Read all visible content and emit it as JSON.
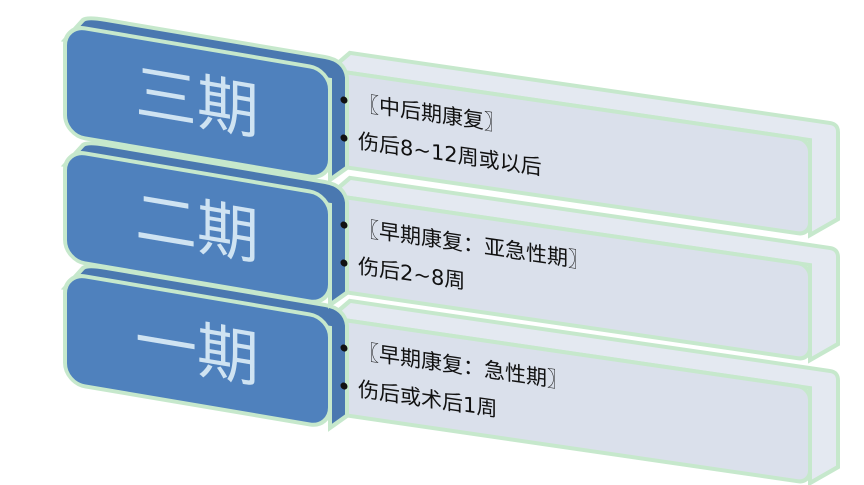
{
  "colors": {
    "box_fill": "#4f81bd",
    "box_top": "#4a78b0",
    "border": "#c6e8cc",
    "panel_fill": "#d6dde9",
    "panel_top": "#dfe5ef"
  },
  "stages": [
    {
      "title": "三期",
      "bullets": [
        "〖中后期康复〗",
        "伤后8~12周或以后"
      ]
    },
    {
      "title": "二期",
      "bullets": [
        "〖早期康复：亚急性期〗",
        "伤后2~8周"
      ]
    },
    {
      "title": "一期",
      "bullets": [
        "〖早期康复：急性期〗",
        "伤后或术后1周"
      ]
    }
  ]
}
